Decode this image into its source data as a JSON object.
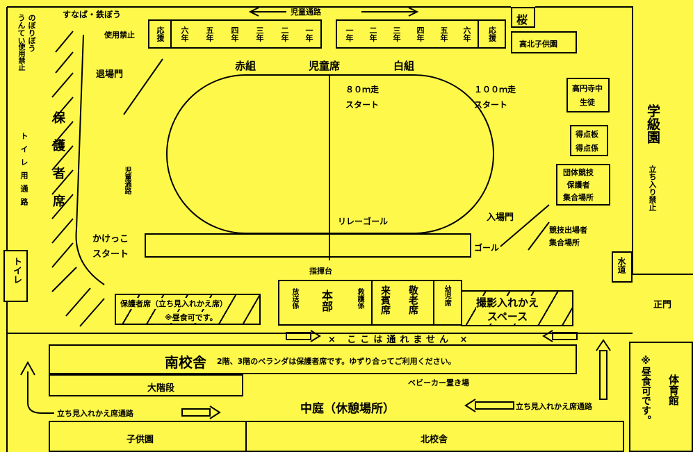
{
  "top": {
    "children_path": "児童通路",
    "sand_iron": "すなば・鉄ぼう",
    "use_prohibited": "使用禁止",
    "flag_pole": "のぼりぼう",
    "undei": "うんてい",
    "use_prohibited_v": "使用禁止",
    "sakura": "桜",
    "kindergarten_kouhoku": "高北子供園"
  },
  "red_team": {
    "title": "赤組",
    "ouen": "応援",
    "grades": [
      "六年",
      "五年",
      "四年",
      "三年",
      "二年",
      "一年"
    ]
  },
  "white_team": {
    "title": "白組",
    "grades": [
      "一年",
      "二年",
      "三年",
      "四年",
      "五年",
      "六年"
    ],
    "ouen": "応援"
  },
  "children_seat": "児童席",
  "field": {
    "exit_gate": "退場門",
    "start80": "８０ｍ走\nスタート",
    "start100": "１００ｍ走\nスタート",
    "relay_goal": "リレーゴール",
    "children_path_v": "児童通路",
    "kakekko_start": "かけっこ\nスタート",
    "goal": "ゴール",
    "entry_gate": "入場門"
  },
  "right": {
    "junior_high": "高円寺中\n生徒",
    "scoreboard": "得点板\n得点係",
    "group_game": "団体競技\n保護者\n集合場所",
    "competitors_meeting": "競技出場者\n集合場所",
    "gakkyuen": "学級園",
    "no_entry": "立ち入り禁止",
    "water": "水道",
    "main_gate": "正門"
  },
  "left": {
    "toilet_path": "トイレ用通路",
    "guardian_seat": "保護者席",
    "toilet": "トイレ"
  },
  "center": {
    "podium": "指揮台",
    "broadcast": "放送係",
    "hq": "本部",
    "rescue": "救護係",
    "guest": "来賓席",
    "elder": "敬老席",
    "preschool_seat": "幼児席",
    "photo": "撮影入れかえ\nスペース",
    "standing_area": "保護者席（立ち見入れかえ席）",
    "lunch_ok": "※昼食可です。",
    "no_pass": "× ここは通れません ×"
  },
  "bottom": {
    "south_building": "南校舎",
    "south_note": "2階、3階のベランダは保護者席です。ゆずり合ってご利用ください。",
    "big_stairs": "大階段",
    "stroller": "ベビーカー置き場",
    "standing_path_left": "立ち見入れかえ席通路",
    "courtyard": "中庭（休憩場所）",
    "standing_path_right": "立ち見入れかえ席通路",
    "kindergarten": "子供園",
    "north_building": "北校舎",
    "gym": "体育館",
    "lunch_ok_v": "※昼食可です。"
  }
}
